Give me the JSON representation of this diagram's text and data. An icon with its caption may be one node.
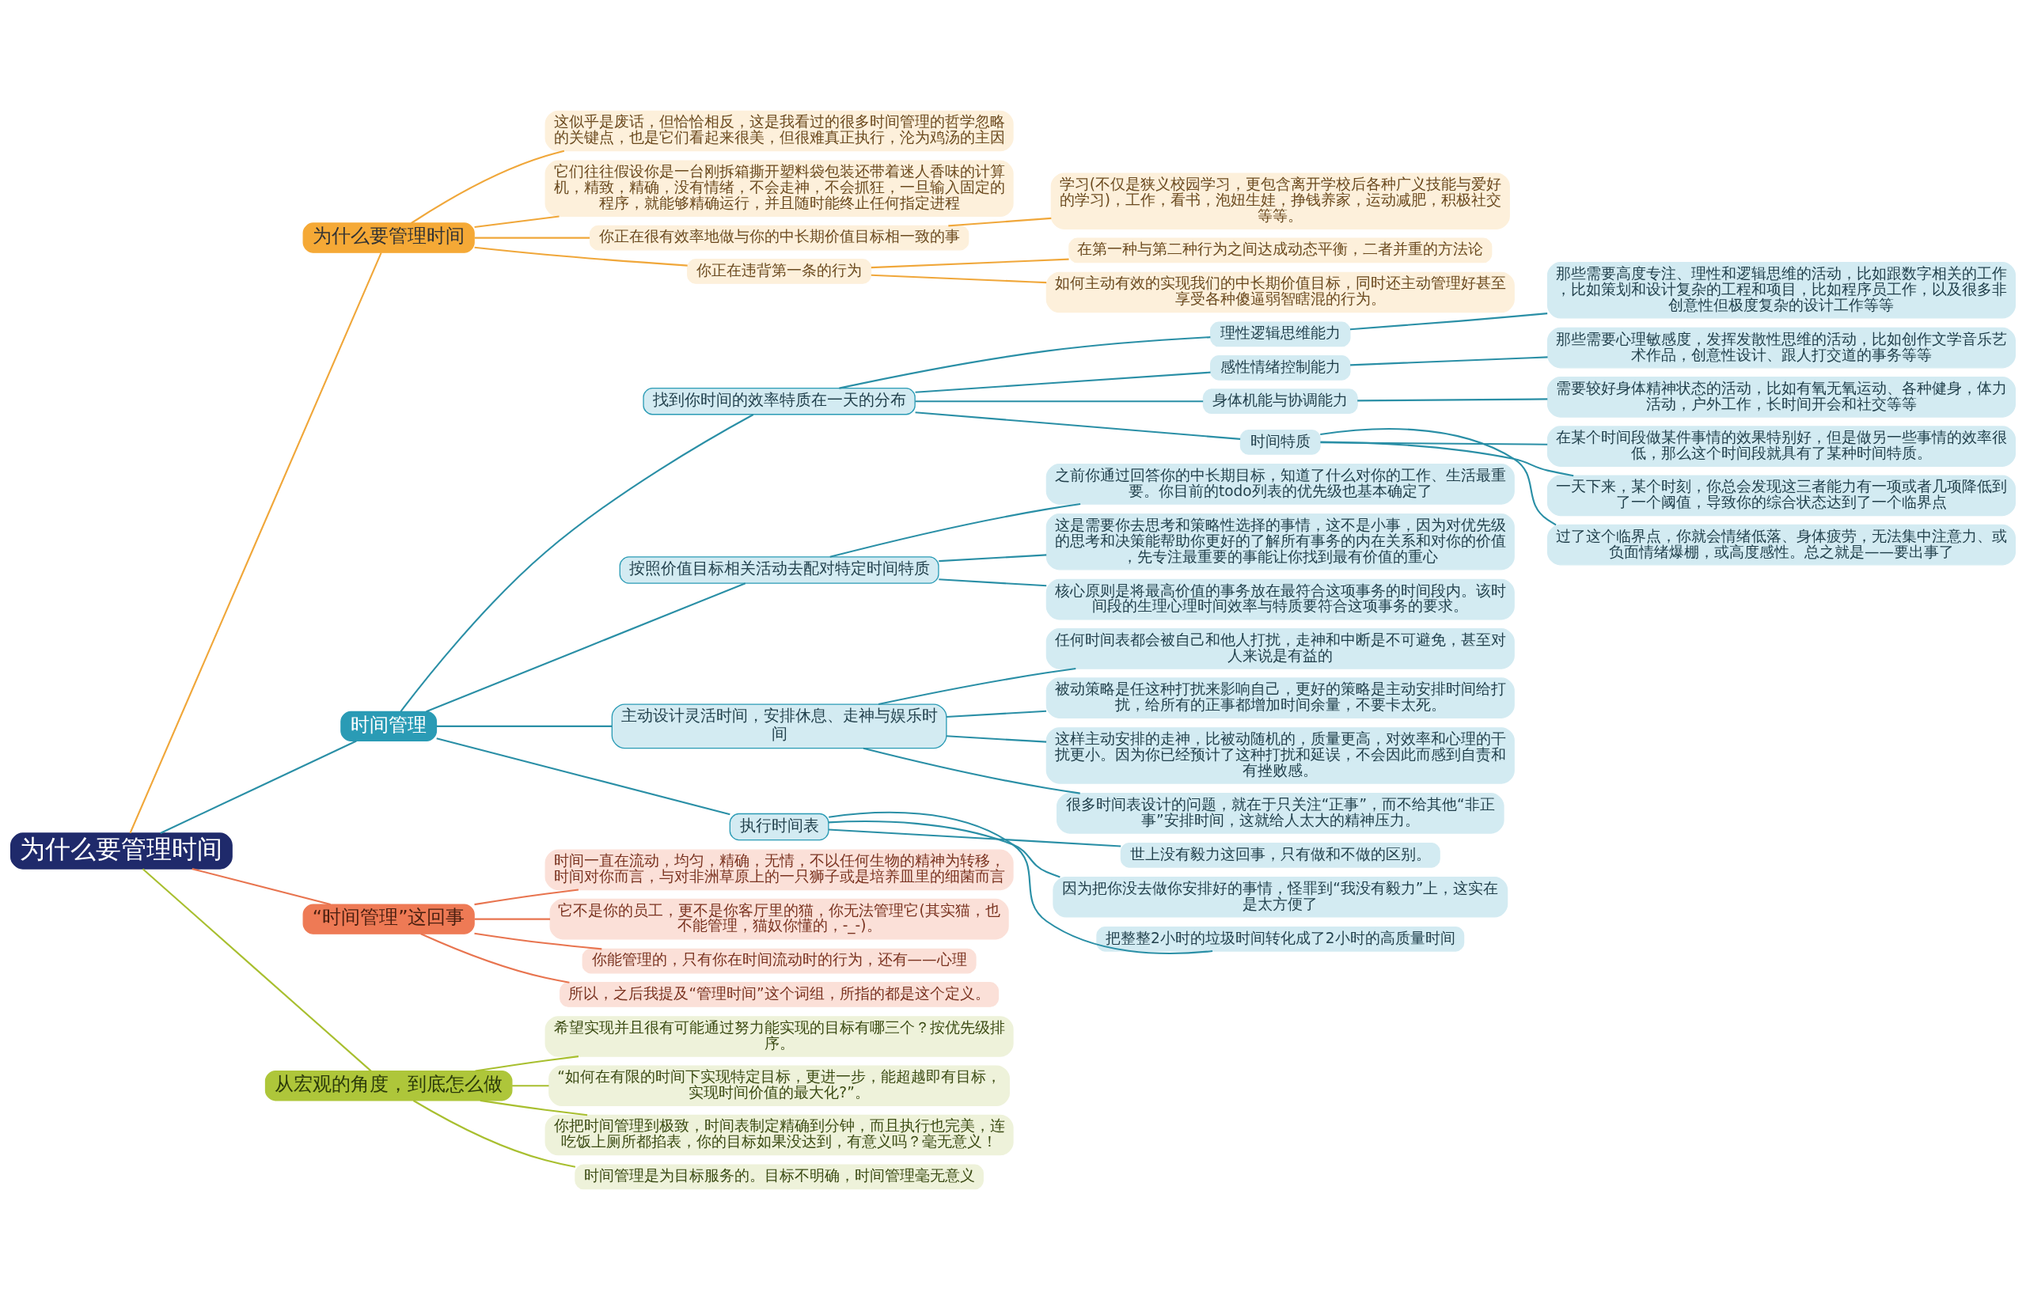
{
  "diagram": {
    "nodes": [
      {
        "text": [
          "为什么要管理时间"
        ]
      },
      {
        "text": [
          "为什么要管理时间"
        ]
      },
      {
        "text": [
          "这似乎是废话，但恰恰相反，这是我看过的很多时间管理的哲学忽略的关键点，也是它们看起来很美，但很难真正执行，沦为鸡汤的主因"
        ]
      },
      {
        "text": [
          "它们往往假设你是一台刚拆箱撕开塑料袋包装还带着迷人香味的计算机，精致，精确，没有情绪，不会走神，不会抓狂，一旦输入固定的程序，就能够精确运行，并且随时能终止任何指定进程"
        ]
      },
      {
        "text": [
          "你正在很有效率地做与你的中长期价值目标相一致的事"
        ]
      },
      {
        "text": [
          "学习(不仅是狭义校园学习，更包含离开学校后各种广义技能与爱好的学习)，工作，看书，泡妞生娃，挣钱养家，运动减肥，积极社交等等。"
        ]
      },
      {
        "text": [
          "你正在违背第一条的行为"
        ]
      },
      {
        "text": [
          "在第一种与第二种行为之间达成动态平衡，二者并重的方法论"
        ]
      },
      {
        "text": [
          "如何主动有效的实现我们的中长期价值目标，同时还主动管理好甚至享受各种傻逼弱智瞎混的行为。"
        ]
      },
      {
        "text": [
          "时间管理"
        ]
      },
      {
        "text": [
          "找到你时间的效率特质在一天的分布"
        ]
      },
      {
        "text": [
          "理性逻辑思维能力"
        ]
      },
      {
        "text": [
          "那些需要高度专注、理性和逻辑思维的活动，比如跟数字相关的工作，比如策划和设计复杂的工程和项目，比如程序员工作，以及很多非创意性但极度复杂的设计工作等等"
        ]
      },
      {
        "text": [
          "感性情绪控制能力"
        ]
      },
      {
        "text": [
          "那些需要心理敏感度，发挥发散性思维的活动，比如创作文学音乐艺术作品，创意性设计、跟人打交道的事务等等"
        ]
      },
      {
        "text": [
          "身体机能与协调能力"
        ]
      },
      {
        "text": [
          "需要较好身体精神状态的活动，比如有氧无氧运动、各种健身，体力活动，户外工作，长时间开会和社交等等"
        ]
      },
      {
        "text": [
          "时间特质"
        ]
      },
      {
        "text": [
          "在某个时间段做某件事情的效果特别好，但是做另一些事情的效率很低，那么这个时间段就具有了某种时间特质。"
        ]
      },
      {
        "text": [
          "一天下来，某个时刻，你总会发现这三者能力有一项或者几项降低到了一个阈值，导致你的综合状态达到了一个临界点"
        ]
      },
      {
        "text": [
          "过了这个临界点，你就会情绪低落、身体疲劳，无法集中注意力、或负面情绪爆棚，或高度感性。总之就是——要出事了"
        ]
      },
      {
        "text": [
          "按照价值目标相关活动去配对特定时间特质"
        ]
      },
      {
        "text": [
          "之前你通过回答你的中长期目标，知道了什么对你的工作、生活最重要。你目前的todo列表的优先级也基本确定了"
        ]
      },
      {
        "text": [
          "这是需要你去思考和策略性选择的事情，这不是小事，因为对优先级的思考和决策能帮助你更好的了解所有事务的内在关系和对你的价值，先专注最重要的事能让你找到最有价值的重心"
        ]
      },
      {
        "text": [
          "核心原则是将最高价值的事务放在最符合这项事务的时间段内。该时间段的生理心理时间效率与特质要符合这项事务的要求。"
        ]
      },
      {
        "text": [
          "主动设计灵活时间，安排休息、走神与娱乐时间"
        ]
      },
      {
        "text": [
          "任何时间表都会被自己和他人打扰，走神和中断是不可避免，甚至对人来说是有益的"
        ]
      },
      {
        "text": [
          "被动策略是任这种打扰来影响自己，更好的策略是主动安排时间给打扰，给所有的正事都增加时间余量，不要卡太死。"
        ]
      },
      {
        "text": [
          "这样主动安排的走神，比被动随机的，质量更高，对效率和心理的干扰更小。因为你已经预计了这种打扰和延误，不会因此而感到自责和有挫败感。"
        ]
      },
      {
        "text": [
          "很多时间表设计的问题，就在于只关注“正事”，而不给其他“非正事”安排时间，这就给人太大的精神压力。"
        ]
      },
      {
        "text": [
          "执行时间表"
        ]
      },
      {
        "text": [
          "世上没有毅力这回事，只有做和不做的区别。"
        ]
      },
      {
        "text": [
          "因为把你没去做你安排好的事情，怪罪到“我没有毅力”上，这实在是太方便了"
        ]
      },
      {
        "text": [
          "把整整2小时的垃圾时间转化成了2小时的高质量时间"
        ]
      },
      {
        "text": [
          "“时间管理”这回事"
        ]
      },
      {
        "text": [
          "时间一直在流动，均匀，精确，无情，不以任何生物的精神为转移，时间对你而言，与对非洲草原上的一只狮子或是培养皿里的细菌而言"
        ]
      },
      {
        "text": [
          "它不是你的员工，更不是你客厅里的猫，你无法管理它(其实猫，也不能管理，猫奴你懂的，-_-)。"
        ]
      },
      {
        "text": [
          "你能管理的，只有你在时间流动时的行为，还有——心理"
        ]
      },
      {
        "text": [
          "所以，之后我提及“管理时间”这个词组，所指的都是这个定义。"
        ]
      },
      {
        "text": [
          "从宏观的角度，到底怎么做"
        ]
      },
      {
        "text": [
          "希望实现并且很有可能通过努力能实现的目标有哪三个？按优先级排序。"
        ]
      },
      {
        "text": [
          "“如何在有限的时间下实现特定目标，更进一步，能超越即有目标，实现时间价值的最大化?”。"
        ]
      },
      {
        "text": [
          "你把时间管理到极致，时间表制定精确到分钟，而且执行也完美，连吃饭上厕所都掐表，你的目标如果没达到，有意义吗？毫无意义！"
        ]
      },
      {
        "text": [
          "时间管理是为目标服务的。目标不明确，时间管理毫无意义"
        ]
      }
    ],
    "edges": [
      {
        "from": 0,
        "to": 1,
        "arrow": "none",
        "color": "#f0a73a"
      },
      {
        "from": 1,
        "to": 2,
        "arrow": "none",
        "color": "#f0a73a"
      },
      {
        "from": 1,
        "to": 3,
        "arrow": "none",
        "color": "#f0a73a"
      },
      {
        "from": 1,
        "to": 4,
        "arrow": "none",
        "color": "#f0a73a"
      },
      {
        "from": 4,
        "to": 5,
        "arrow": "none",
        "color": "#f0a73a"
      },
      {
        "from": 1,
        "to": 6,
        "arrow": "none",
        "color": "#f0a73a"
      },
      {
        "from": 6,
        "to": 7,
        "arrow": "none",
        "color": "#f0a73a"
      },
      {
        "from": 6,
        "to": 8,
        "arrow": "none",
        "color": "#f0a73a"
      },
      {
        "from": 0,
        "to": 9,
        "arrow": "none"
      },
      {
        "from": 9,
        "to": 10,
        "arrow": "none"
      },
      {
        "from": 10,
        "to": 11,
        "arrow": "none"
      },
      {
        "from": 11,
        "to": 12,
        "arrow": "none"
      },
      {
        "from": 10,
        "to": 13,
        "arrow": "none"
      },
      {
        "from": 13,
        "to": 14,
        "arrow": "none"
      },
      {
        "from": 10,
        "to": 15,
        "arrow": "none"
      },
      {
        "from": 15,
        "to": 16,
        "arrow": "none"
      },
      {
        "from": 10,
        "to": 17,
        "arrow": "none"
      },
      {
        "from": 17,
        "to": 18,
        "arrow": "none"
      },
      {
        "from": 17,
        "to": 19,
        "arrow": "none"
      },
      {
        "from": 17,
        "to": 20,
        "arrow": "none"
      },
      {
        "from": 9,
        "to": 21,
        "arrow": "none"
      },
      {
        "from": 21,
        "to": 22,
        "arrow": "none"
      },
      {
        "from": 21,
        "to": 23,
        "arrow": "none"
      },
      {
        "from": 21,
        "to": 24,
        "arrow": "none"
      },
      {
        "from": 9,
        "to": 25,
        "arrow": "none"
      },
      {
        "from": 25,
        "to": 26,
        "arrow": "none"
      },
      {
        "from": 25,
        "to": 27,
        "arrow": "none"
      },
      {
        "from": 25,
        "to": 28,
        "arrow": "none"
      },
      {
        "from": 25,
        "to": 29,
        "arrow": "none"
      },
      {
        "from": 9,
        "to": 30,
        "arrow": "none"
      },
      {
        "from": 30,
        "to": 31,
        "arrow": "none"
      },
      {
        "from": 30,
        "to": 32,
        "arrow": "none"
      },
      {
        "from": 30,
        "to": 33,
        "arrow": "none"
      },
      {
        "from": 0,
        "to": 34,
        "arrow": "none",
        "color": "#e8744f"
      },
      {
        "from": 34,
        "to": 35,
        "arrow": "none",
        "color": "#e8744f"
      },
      {
        "from": 34,
        "to": 36,
        "arrow": "none",
        "color": "#e8744f"
      },
      {
        "from": 34,
        "to": 37,
        "arrow": "none",
        "color": "#e8744f"
      },
      {
        "from": 34,
        "to": 38,
        "arrow": "none",
        "color": "#e8744f"
      },
      {
        "from": 0,
        "to": 39,
        "arrow": "none",
        "color": "#a8bf2f"
      },
      {
        "from": 39,
        "to": 40,
        "arrow": "none",
        "color": "#a8bf2f"
      },
      {
        "from": 39,
        "to": 41,
        "arrow": "none",
        "color": "#a8bf2f"
      },
      {
        "from": 39,
        "to": 42,
        "arrow": "none",
        "color": "#a8bf2f"
      },
      {
        "from": 39,
        "to": 43,
        "arrow": "none",
        "color": "#a8bf2f"
      }
    ]
  }
}
